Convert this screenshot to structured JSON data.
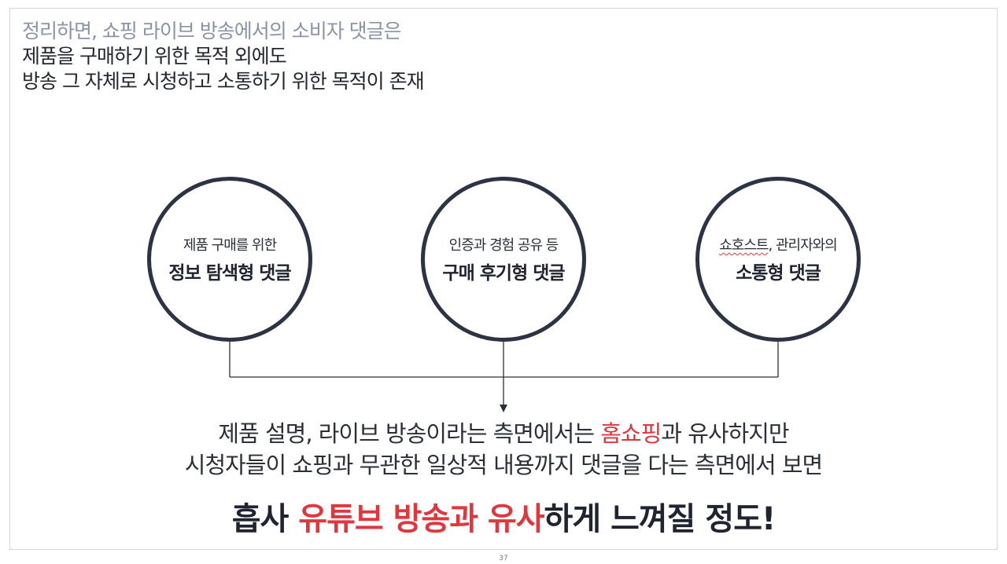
{
  "header": {
    "line1": "정리하면, 쇼핑 라이브 방송에서의 소비자 댓글은",
    "line2": "제품을 구매하기 위한 목적 외에도",
    "line3": "방송 그 자체로 시청하고 소통하기 위한 목적이 존재"
  },
  "circles": [
    {
      "small": "제품 구매를 위한",
      "big": "정보 탐색형 댓글"
    },
    {
      "small": "인증과 경험 공유 등",
      "big": "구매 후기형 댓글"
    },
    {
      "small_underlined": "쇼호스트",
      "small_rest": ", 관리자와의",
      "big": "소통형 댓글"
    }
  ],
  "summary": {
    "line1_a": "제품 설명, 라이브 방송이라는 측면에서는 ",
    "line1_hl": "홈쇼핑",
    "line1_b": "과 유사하지만",
    "line2": "시청자들이 쇼핑과 무관한 일상적 내용까지 댓글을 다는 측면에서 보면",
    "line3_a": "흡사 ",
    "line3_hl": "유튜브 방송과 유사",
    "line3_b": "하게 느껴질 정도!"
  },
  "page_number": "37",
  "colors": {
    "accent_red": "#e0373f",
    "circle_border": "#2b3345",
    "header_gray": "#8a94a6"
  }
}
